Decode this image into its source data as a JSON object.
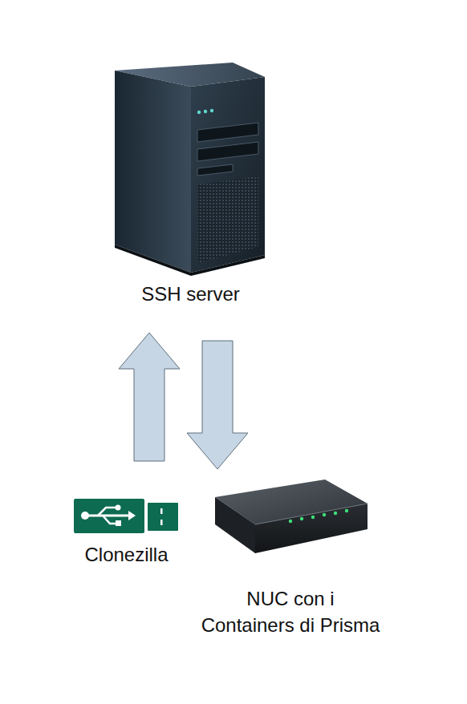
{
  "diagram": {
    "nodes": [
      {
        "text": [
          "SSH server"
        ]
      },
      {
        "text": [
          "Clonezilla"
        ]
      },
      {
        "text": [
          "NUC con i Containers di Prisma"
        ]
      }
    ],
    "edges": [
      {
        "from": 1,
        "to": 0,
        "arrow": "to"
      },
      {
        "from": 0,
        "to": 2,
        "arrow": "to"
      }
    ]
  }
}
